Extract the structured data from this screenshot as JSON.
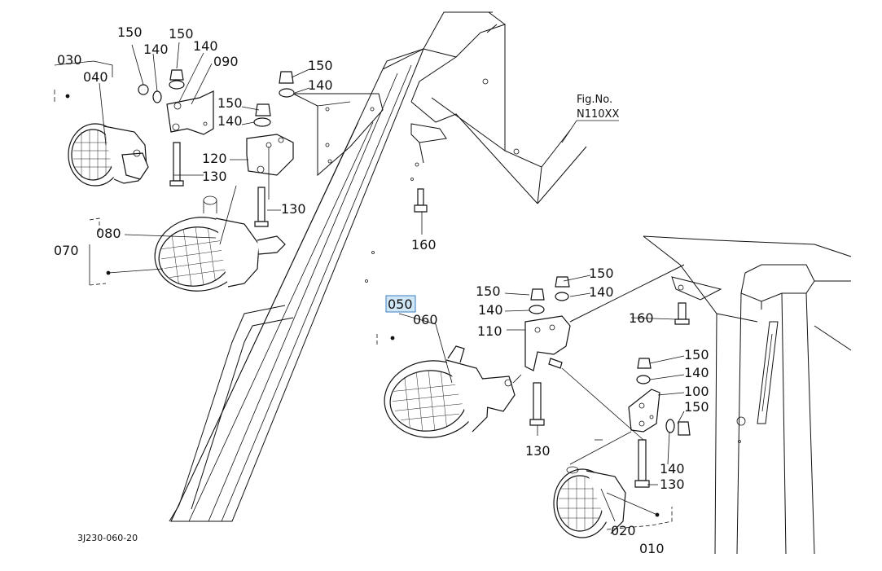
{
  "figure_ref": {
    "line1": "Fig.No.",
    "line2": "N110XX"
  },
  "drawing_code": "3J230-060-20",
  "highlighted_part": "050",
  "callouts": {
    "c030": "030",
    "c040": "040",
    "c150a": "150",
    "c150b": "150",
    "c140a": "140",
    "c140b": "140",
    "c090": "090",
    "c150c": "150",
    "c140c": "140",
    "c150d": "150",
    "c140d": "140",
    "c120": "120",
    "c130a": "130",
    "c130b": "130",
    "c080": "080",
    "c070": "070",
    "c160a": "160",
    "c050": "050",
    "c060": "060",
    "c150e": "150",
    "c150f": "150",
    "c140e": "140",
    "c140f": "140",
    "c110": "110",
    "c160b": "160",
    "c150g": "150",
    "c140g": "140",
    "c100": "100",
    "c150h": "150",
    "c130c": "130",
    "c140h": "140",
    "c130d": "130",
    "c020": "020",
    "c010": "010"
  }
}
